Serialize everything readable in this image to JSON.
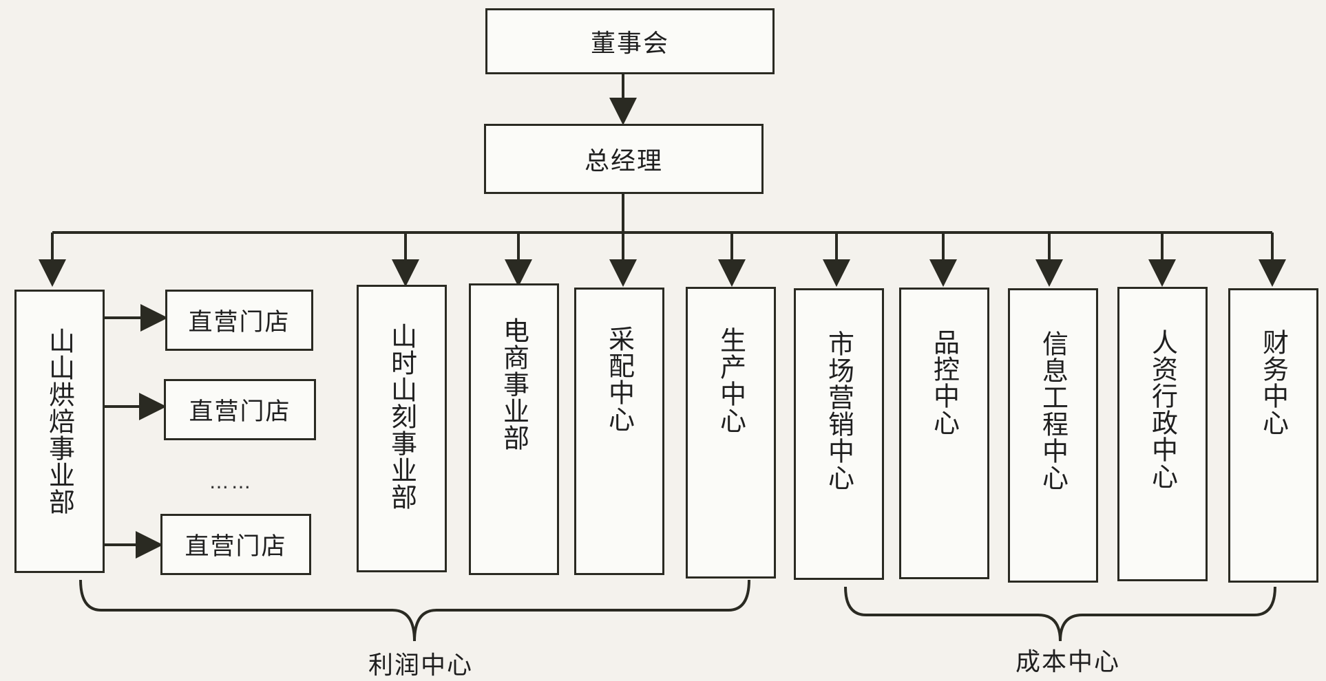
{
  "board": "董事会",
  "gm": "总经理",
  "departments": [
    "山山烘焙事业部",
    "山时山刻事业部",
    "电商事业部",
    "采配中心",
    "生产中心",
    "市场营销中心",
    "品控中心",
    "信息工程中心",
    "人资行政中心",
    "财务中心"
  ],
  "stores": [
    "直营门店",
    "直营门店",
    "直营门店"
  ],
  "ellipsis": "……",
  "groups": {
    "profit": "利润中心",
    "cost": "成本中心"
  }
}
